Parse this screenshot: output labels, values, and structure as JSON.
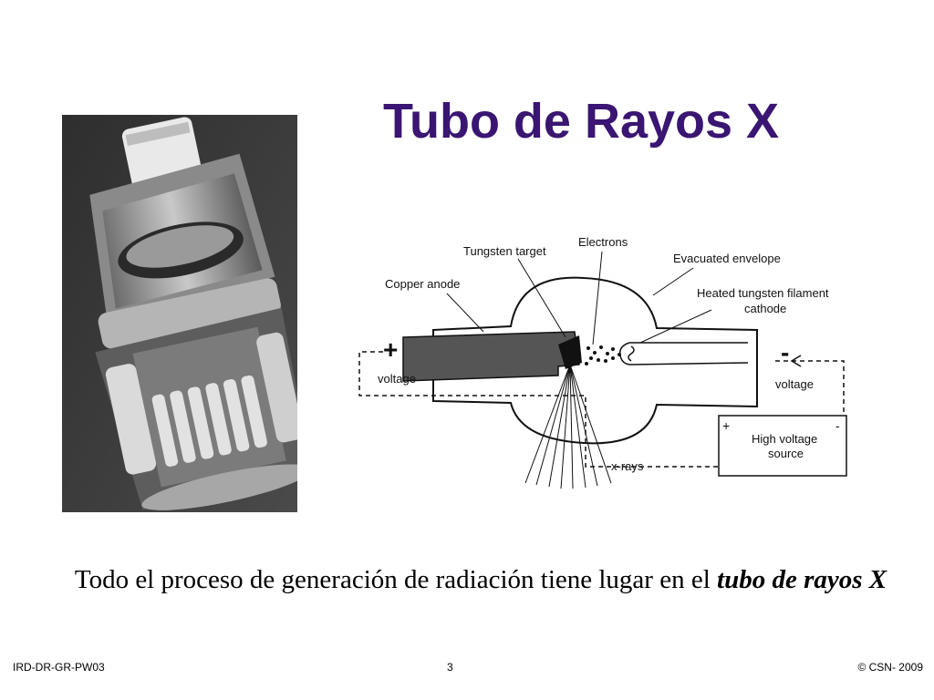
{
  "slide": {
    "title": "Tubo de Rayos X",
    "caption_main": "Todo el proceso de generación de radiación tiene lugar en el ",
    "caption_emph": "tubo de rayos X"
  },
  "diagram": {
    "labels": {
      "tungsten_target": "Tungsten target",
      "electrons": "Electrons",
      "evacuated_envelope": "Evacuated envelope",
      "copper_anode": "Copper anode",
      "filament_line1": "Heated tungsten filament",
      "filament_line2": "cathode",
      "plus_sign": "+",
      "minus_sign": "-",
      "voltage_left": "voltage",
      "voltage_right": "voltage",
      "source_plus": "+",
      "source_minus": "-",
      "source_line1": "High voltage",
      "source_line2": "source",
      "xrays": "x-rays"
    }
  },
  "footer": {
    "left": "IRD-DR-GR-PW03",
    "page": "3",
    "right": "© CSN- 2009"
  },
  "colors": {
    "title": "#3a1572",
    "anode": "#555555"
  }
}
